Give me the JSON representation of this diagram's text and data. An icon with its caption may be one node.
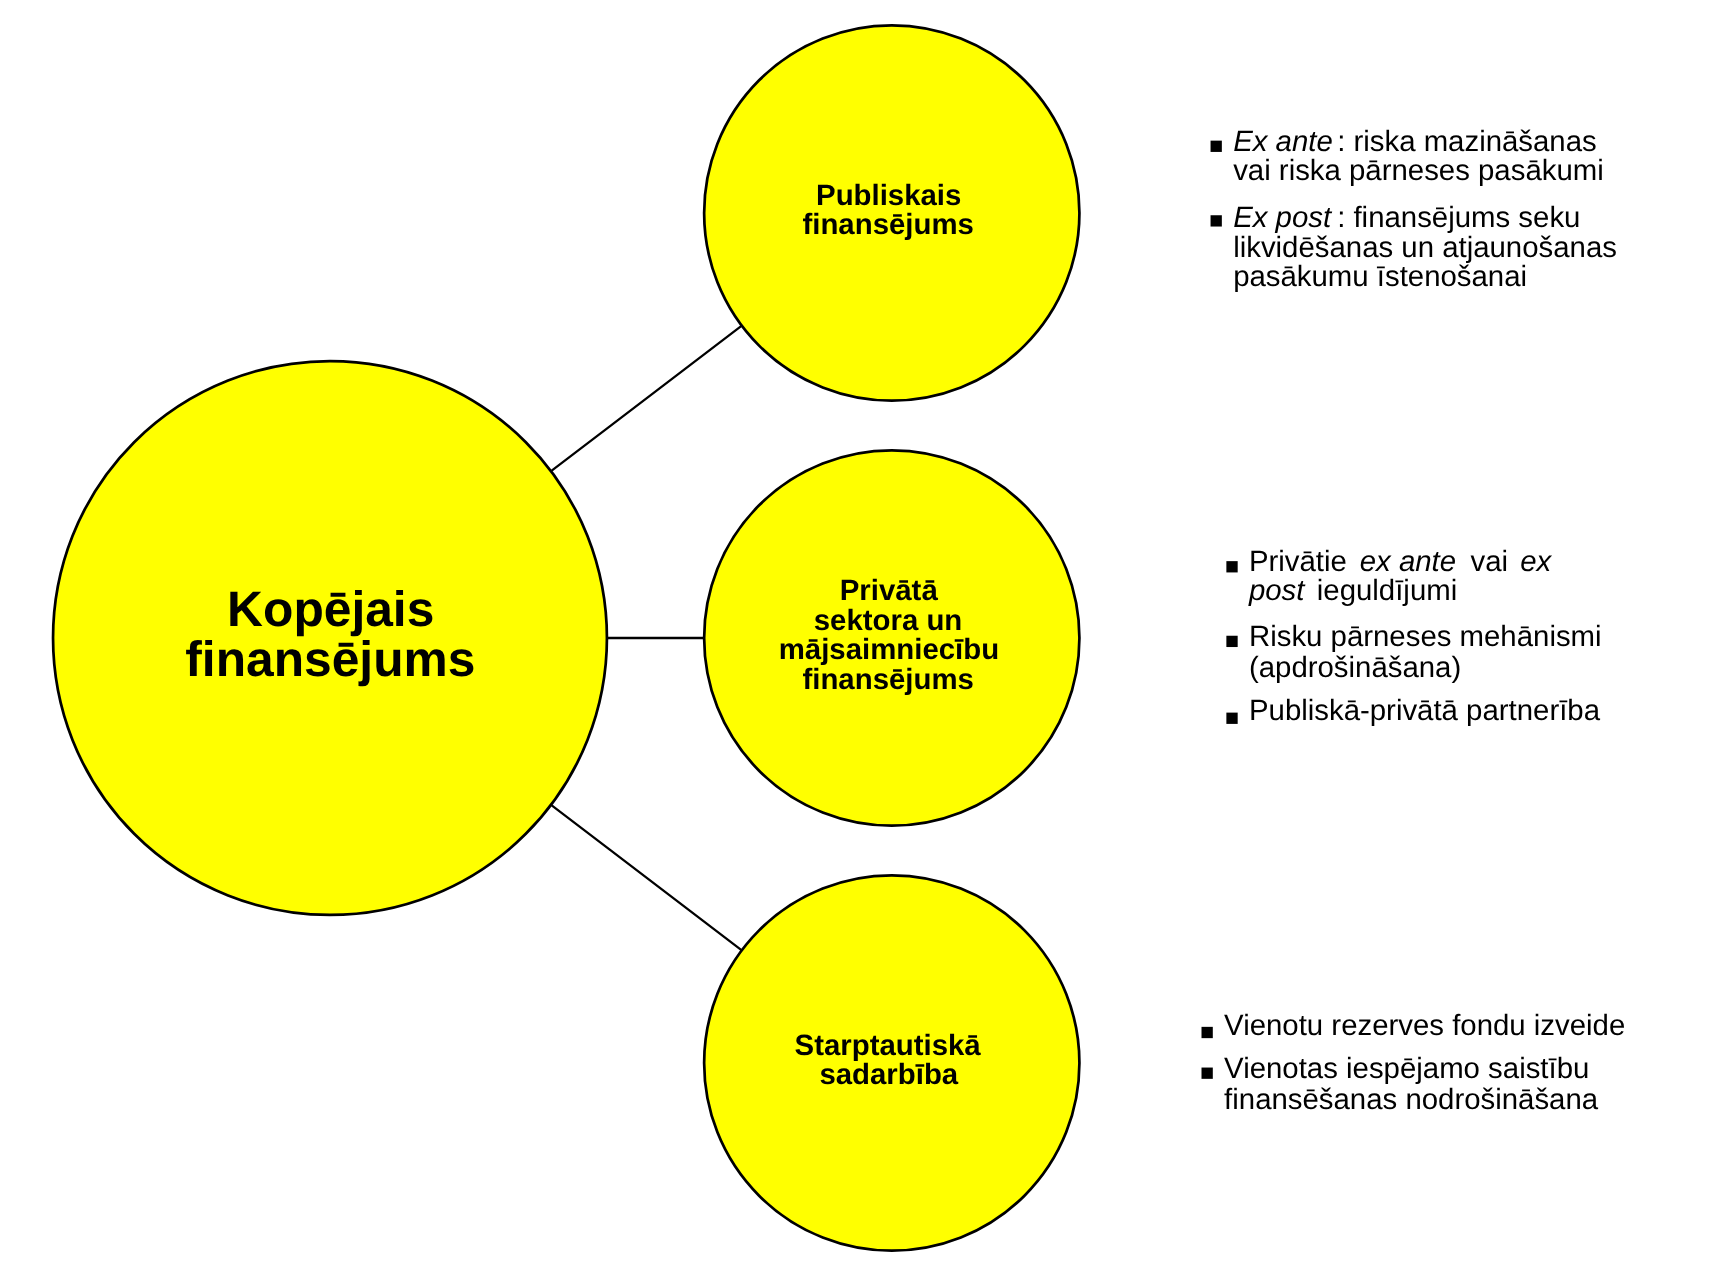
{
  "diagram": {
    "nodes": [
      {
        "text": [
          "Kopējais finansējums"
        ]
      },
      {
        "text": [
          "Publiskais finansējums"
        ],
        "beside": [
          "*Ex ante*: riska mazināšanas vai riska pārneses pasākumi",
          "*Ex post*: finansējums seku likvidēšanas un atjaunošanas pasākumu īstenošanai"
        ]
      },
      {
        "text": [
          "Privātā sektora un mājsaimniecību finansējums"
        ],
        "beside": [
          "Privātie *ex ante* vai *ex post* ieguldījumi",
          "Risku pārneses mehānismi (apdrošināšana)",
          "Publiskā-privātā partnerība"
        ]
      },
      {
        "text": [
          "Starptautiskā sadarbība"
        ],
        "beside": [
          "Vienotu rezerves fondu izveide",
          "Vienotas iespējamo saistību finansēšanas nodrošināšana"
        ]
      }
    ],
    "edges": [
      {
        "from": 0,
        "to": 1,
        "arrow": "none"
      },
      {
        "from": 0,
        "to": 2,
        "arrow": "none"
      },
      {
        "from": 0,
        "to": 3,
        "arrow": "none"
      }
    ]
  }
}
